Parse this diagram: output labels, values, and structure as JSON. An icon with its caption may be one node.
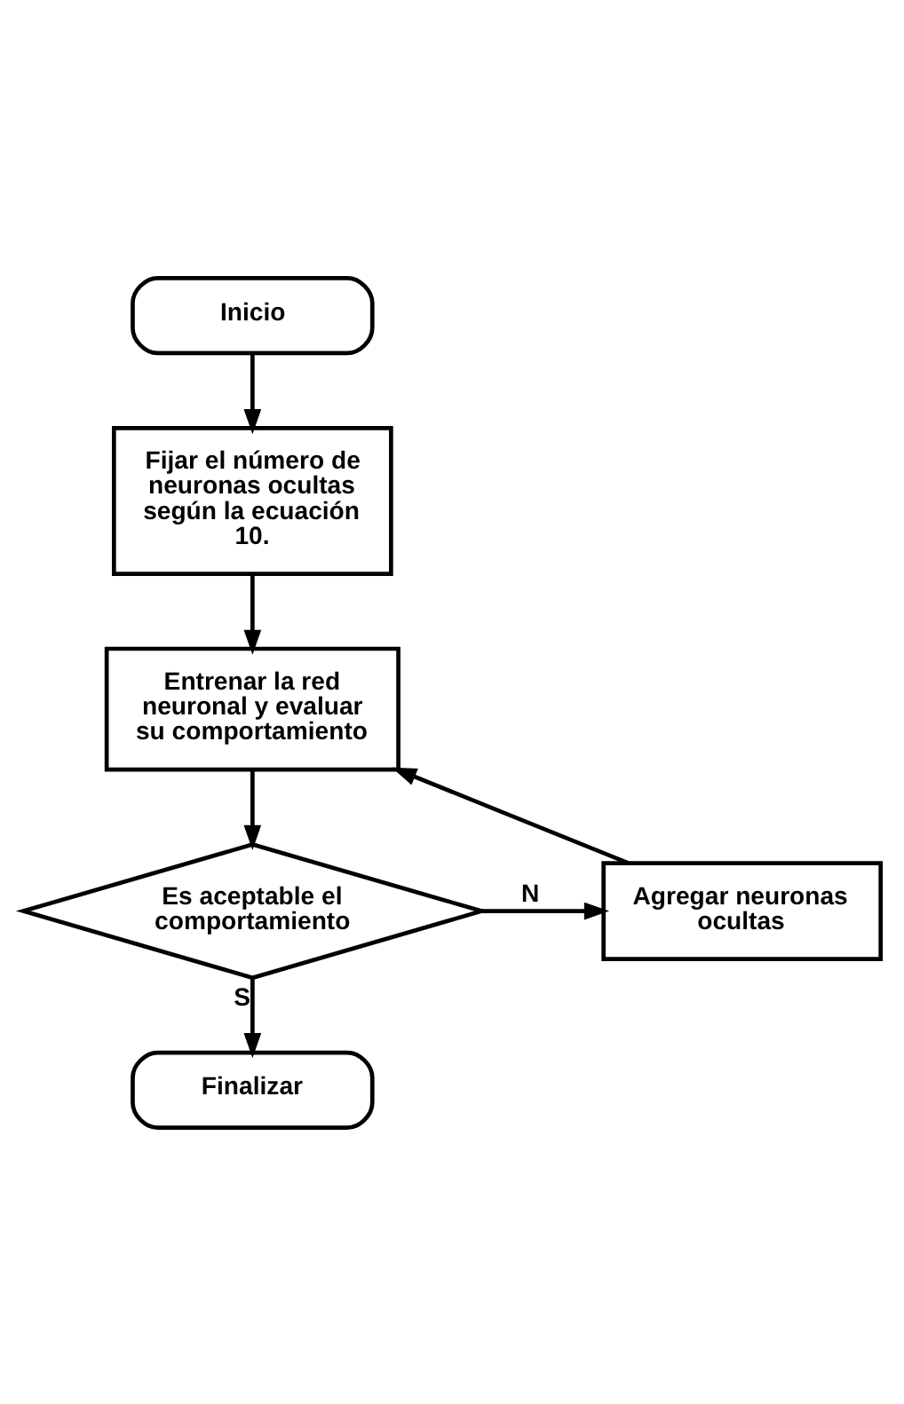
{
  "diagram": {
    "nodes": [
      {
        "text": [
          "Inicio"
        ]
      },
      {
        "text": [
          "Fijar el número de neuronas ocultas según la ecuación 10."
        ]
      },
      {
        "text": [
          "Entrenar la red neuronal y evaluar su comportamiento"
        ]
      },
      {
        "text": [
          "Es aceptable el comportamiento"
        ]
      },
      {
        "text": [
          "Agregar neuronas ocultas"
        ]
      },
      {
        "text": [
          "Finalizar"
        ]
      }
    ],
    "edges": [
      {
        "from": 0,
        "to": 1,
        "arrow": "to"
      },
      {
        "from": 1,
        "to": 2,
        "arrow": "to"
      },
      {
        "from": 2,
        "to": 3,
        "arrow": "to"
      },
      {
        "from": 3,
        "to": 4,
        "arrow": "to",
        "label": "N"
      },
      {
        "from": 4,
        "to": 2,
        "arrow": "to"
      },
      {
        "from": 3,
        "to": 5,
        "arrow": "to",
        "label": "S"
      }
    ]
  }
}
